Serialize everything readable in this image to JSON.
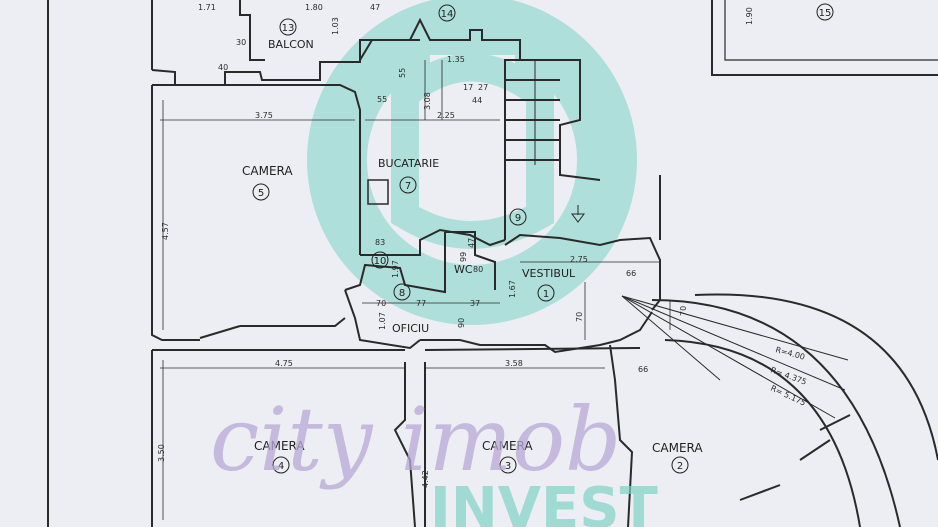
{
  "rooms": {
    "balcon": {
      "label": "BALCON",
      "num": "13"
    },
    "r14": {
      "num": "14"
    },
    "r15": {
      "num": "15"
    },
    "camera5": {
      "label": "CAMERA",
      "num": "5"
    },
    "bucatarie": {
      "label": "BUCATARIE",
      "num": "7"
    },
    "r9": {
      "num": "9"
    },
    "r10": {
      "num": "10"
    },
    "wc": {
      "label": "WC"
    },
    "vestibul": {
      "label": "VESTIBUL",
      "num": "1"
    },
    "oficiu": {
      "label": "OFICIU",
      "num": "8"
    },
    "camera4": {
      "label": "CAMERA",
      "num": "4"
    },
    "camera3": {
      "label": "CAMERA",
      "num": "3"
    },
    "camera2": {
      "label": "CAMERA",
      "num": "2"
    }
  },
  "dimensions": {
    "d_171": "1.71",
    "d_180": "1.80",
    "d_47a": "47",
    "d_103": "1.03",
    "d_190": "1.90",
    "d_30": "30",
    "d_40": "40",
    "d_55a": "55",
    "d_55b": "55",
    "d_135": "1.35",
    "d_17": "17",
    "d_27": "27",
    "d_44": "44",
    "d_308": "3.08",
    "d_375": "3.75",
    "d_225": "2.25",
    "d_457": "4.57",
    "d_83": "83",
    "d_197": "1.97",
    "d_99": "99",
    "d_47b": "47",
    "d_80": "80",
    "d_275": "2.75",
    "d_66a": "66",
    "d_167": "1.67",
    "d_70a": "70",
    "d_77": "77",
    "d_37": "37",
    "d_70b": "70",
    "d_70c": "70",
    "d_107": "1.07",
    "d_90": "90",
    "d_475": "4.75",
    "d_358": "3.58",
    "d_66b": "66",
    "d_350": "3.50",
    "d_442": "4.42"
  },
  "radii": {
    "r1": "R=4.00",
    "r2": "R= 4.375",
    "r3": "R= 5.175"
  },
  "watermark": {
    "line1": "city imob",
    "line2": "INVEST"
  },
  "colors": {
    "line": "#2a2a2a",
    "paper": "#eceef3",
    "watermark_teal": "#7fd3c6",
    "watermark_purple": "#b9a8d6"
  }
}
